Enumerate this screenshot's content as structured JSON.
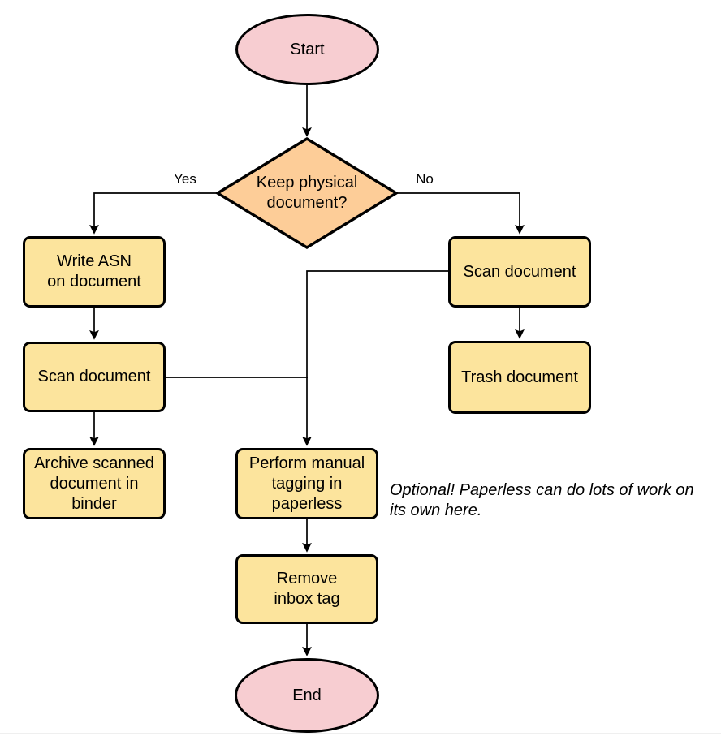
{
  "colors": {
    "terminal-fill": "#F7CDD1",
    "process-fill": "#FCE49D",
    "decision-fill": "#FDCD98",
    "stroke": "#000000",
    "text": "#000000",
    "background": "#FFFFFF",
    "divider": "#EFEFEF"
  },
  "nodes": {
    "start": {
      "label": "Start",
      "type": "terminal"
    },
    "decision": {
      "label": "Keep physical\ndocument?",
      "type": "decision"
    },
    "write_asn": {
      "label": "Write ASN\non document",
      "type": "process"
    },
    "scan_left": {
      "label": "Scan document",
      "type": "process"
    },
    "archive": {
      "label": "Archive scanned\ndocument in\nbinder",
      "type": "process"
    },
    "scan_right": {
      "label": "Scan document",
      "type": "process"
    },
    "trash": {
      "label": "Trash document",
      "type": "process"
    },
    "tagging": {
      "label": "Perform manual\ntagging in\npaperless",
      "type": "process"
    },
    "remove_inbox": {
      "label": "Remove\ninbox tag",
      "type": "process"
    },
    "end": {
      "label": "End",
      "type": "terminal"
    }
  },
  "edge_labels": {
    "yes": "Yes",
    "no": "No"
  },
  "edges": [
    {
      "from": "start",
      "to": "decision",
      "label": ""
    },
    {
      "from": "decision",
      "to": "write_asn",
      "label": "Yes"
    },
    {
      "from": "decision",
      "to": "scan_right",
      "label": "No"
    },
    {
      "from": "write_asn",
      "to": "scan_left",
      "label": ""
    },
    {
      "from": "scan_left",
      "to": "archive",
      "label": ""
    },
    {
      "from": "scan_right",
      "to": "trash",
      "label": ""
    },
    {
      "from": "scan_right",
      "to": "tagging",
      "label": ""
    },
    {
      "from": "scan_left",
      "to": "tagging",
      "label": ""
    },
    {
      "from": "tagging",
      "to": "remove_inbox",
      "label": ""
    },
    {
      "from": "remove_inbox",
      "to": "end",
      "label": ""
    }
  ],
  "note": {
    "text": "Optional! Paperless can do lots of work on\nits own here."
  }
}
